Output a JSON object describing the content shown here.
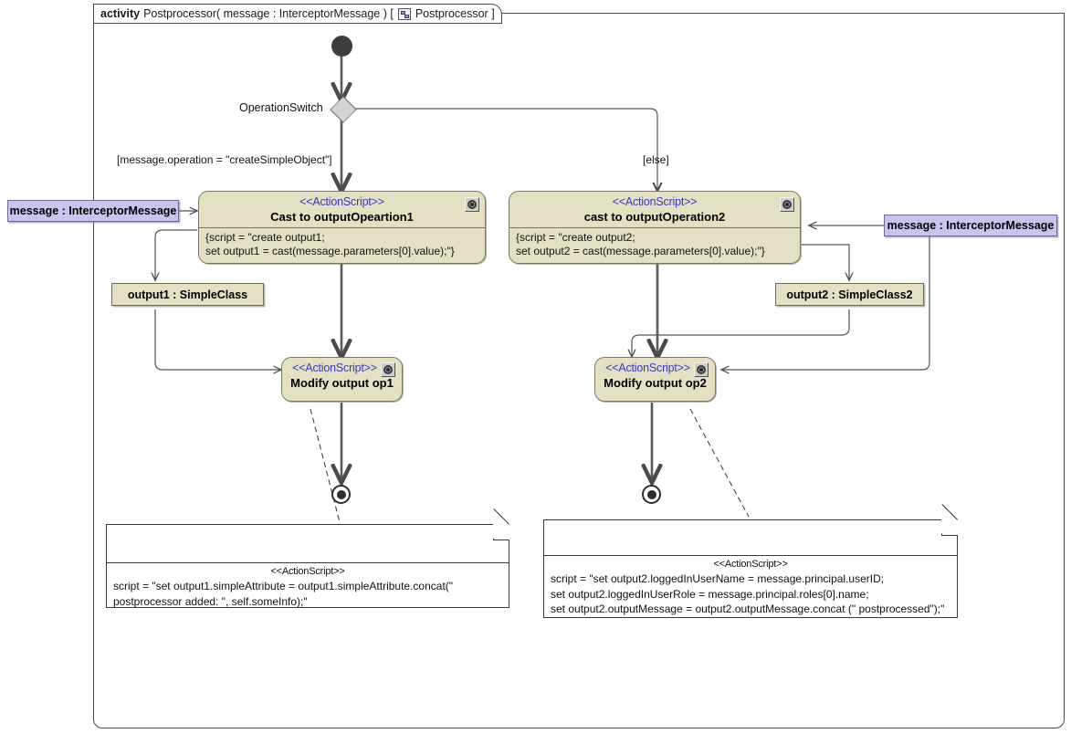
{
  "diagram": {
    "kind": "uml-activity-diagram",
    "frame": {
      "keyword": "activity",
      "signature": "Postprocessor( message : InterceptorMessage ) [",
      "icon": "class-diagram-icon",
      "owner": "Postprocessor ]"
    },
    "decision": {
      "label": "OperationSwitch",
      "guards": [
        "[message.operation = \"createSimpleObject\"]",
        "[else]"
      ]
    },
    "nodes": [
      {
        "id": "cast1",
        "stereotype": "<<ActionScript>>",
        "name": "Cast to outputOpeartion1",
        "body": "{script = \"create output1;\nset output1 = cast(message.parameters[0].value);\"}",
        "icon": "script-gear-icon"
      },
      {
        "id": "cast2",
        "stereotype": "<<ActionScript>>",
        "name": "cast to outputOperation2",
        "body": "{script = \"create output2;\nset output2 = cast(message.parameters[0].value);\"}",
        "icon": "script-gear-icon"
      },
      {
        "id": "modify1",
        "stereotype": "<<ActionScript>>",
        "name": "Modify output op1",
        "icon": "script-gear-icon"
      },
      {
        "id": "modify2",
        "stereotype": "<<ActionScript>>",
        "name": "Modify output op2",
        "icon": "script-gear-icon"
      }
    ],
    "pins": [
      {
        "id": "msg-left",
        "label": "message : InterceptorMessage",
        "color": "#c7c4ef"
      },
      {
        "id": "msg-right",
        "label": "message : InterceptorMessage",
        "color": "#c7c4ef"
      },
      {
        "id": "out1",
        "label": "output1 : SimpleClass",
        "color": "#e3e0c4"
      },
      {
        "id": "out2",
        "label": "output2 : SimpleClass2",
        "color": "#e3e0c4"
      }
    ],
    "notes": [
      {
        "id": "note1",
        "stereotype": "<<ActionScript>>",
        "text": "script = \"set output1.simpleAttribute = output1.simpleAttribute.concat(\"\npostprocessor added: \", self.someInfo);\""
      },
      {
        "id": "note2",
        "stereotype": "<<ActionScript>>",
        "text": "script = \"set output2.loggedInUserName = message.principal.userID;\nset output2.loggedInUserRole = message.principal.roles[0].name;\nset output2.outputMessage = output2.outputMessage.concat (\" postprocessed\");\""
      }
    ],
    "colors": {
      "action_fill": "#e3e0c4",
      "action_border": "#7b7860",
      "pin_object_fill": "#e3e0c4",
      "pin_message_fill": "#c7c4ef",
      "stereotype_text": "#3a3ab8",
      "decision_fill": "#d4d4d4",
      "edge": "#5a5a5a",
      "background": "#ffffff"
    }
  }
}
